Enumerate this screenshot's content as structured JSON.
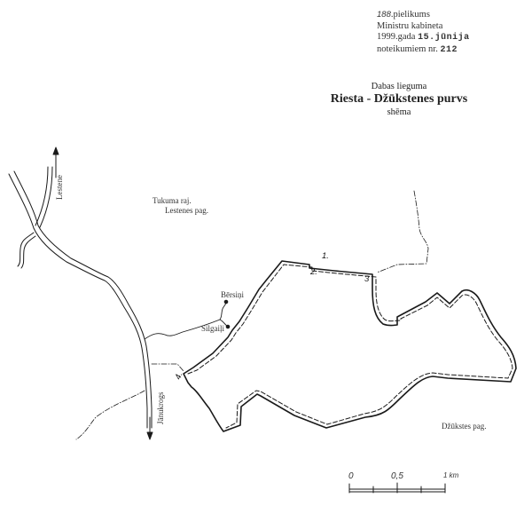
{
  "appendix": {
    "number": "188",
    "line1_suffix": ".pielikums",
    "line2": "Ministru kabineta",
    "line3_prefix": "1999.gada ",
    "line3_date": "15.jūnija",
    "line4_prefix": "noteikumiem nr. ",
    "line4_number": "212"
  },
  "title": {
    "subtitle": "Dabas lieguma",
    "name": "Riesta - Džūkstenes purvs",
    "kind": "shēma"
  },
  "map_labels": {
    "district_1": "Tukuma raj.",
    "parish_1": "Lestenes pag.",
    "parish_2": "Džūkstes pag.",
    "road_north": "Lestene",
    "road_south": "Jānukrogs",
    "place_1": "Bērsiņi",
    "place_2": "Silgaiļi"
  },
  "boundary_points": [
    {
      "id": "1",
      "label": "1."
    },
    {
      "id": "2",
      "label": "2."
    },
    {
      "id": "3",
      "label": "3"
    },
    {
      "id": "4",
      "label": "4."
    }
  ],
  "scale_bar": {
    "labels": [
      "0",
      "0,5",
      "1 km"
    ]
  },
  "colors": {
    "ink": "#1a1a1a",
    "paper": "#ffffff"
  }
}
